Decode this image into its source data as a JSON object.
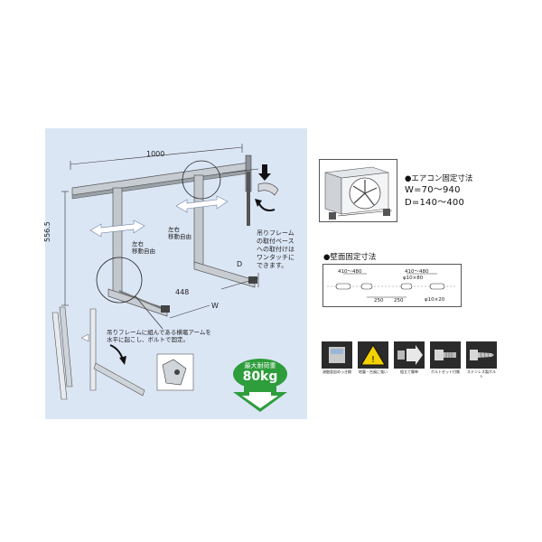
{
  "bracket": {
    "dims": {
      "width_top": "1000",
      "height": "556.5",
      "depth": "448",
      "d": "D",
      "w": "W"
    },
    "left_label_1": "左右",
    "left_label_2": "移動自由",
    "center_label_1": "左右",
    "center_label_2": "移動自由",
    "hang_note": [
      "吊りフレーム",
      "の取付ベース",
      "への取付けは",
      "ワンタッチに",
      "できます。"
    ],
    "bottom_note": [
      "吊りフレームに組んである横竈アームを",
      "水平に起こし、ボルトで固定。"
    ],
    "load": {
      "label": "最大耐荷重",
      "value": "80kg",
      "color": "#2e9d3c"
    }
  },
  "aircon": {
    "title": "●エアコン固定寸法",
    "w_line": "W=70～940",
    "d_line": "D=140～400"
  },
  "wall": {
    "title": "●壁面固定寸法",
    "dim_a": "410～480",
    "dim_b": "410～480",
    "dim_c": "250",
    "dim_d": "250",
    "hole_a": "φ10×80",
    "hole_b": "φ10×20"
  },
  "icons": [
    {
      "name": "waterproof-icon",
      "caption": "溶融亜鉛めっき鋼"
    },
    {
      "name": "warning-icon",
      "caption": "地震・台風に強い"
    },
    {
      "name": "arrow-icon",
      "caption": "組立て簡単"
    },
    {
      "name": "bolt-icon",
      "caption": "ボルトセット付属"
    },
    {
      "name": "screw-icon",
      "caption": "ステンレス製ボルト"
    }
  ]
}
